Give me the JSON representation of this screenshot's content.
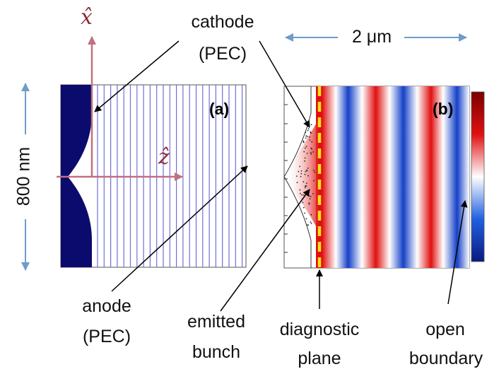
{
  "labels": {
    "cathode_line1": "cathode",
    "cathode_line2": "(PEC)",
    "anode_line1": "anode",
    "anode_line2": "(PEC)",
    "emitted_line1": "emitted",
    "emitted_line2": "bunch",
    "diagnostic_line1": "diagnostic",
    "diagnostic_line2": "plane",
    "open_line1": "open",
    "open_line2": "boundary",
    "width_dimension": "2 μm",
    "height_dimension": "800 nm",
    "x_axis_symbol": "x̂",
    "z_axis_symbol": "ẑ",
    "panel_a_tag": "(a)",
    "panel_b_tag": "(b)"
  },
  "colors": {
    "cathode_fill": "#0b0b6e",
    "mesh_lines": "#6f6fd8",
    "axis_vector": "#c07080",
    "axis_symbol": "#8b2e3a",
    "dimension_arrow": "#6f9cc9",
    "field_positive": "#e01010",
    "field_negative": "#1540c8",
    "diagnostic_plane": "#f2e21a"
  }
}
